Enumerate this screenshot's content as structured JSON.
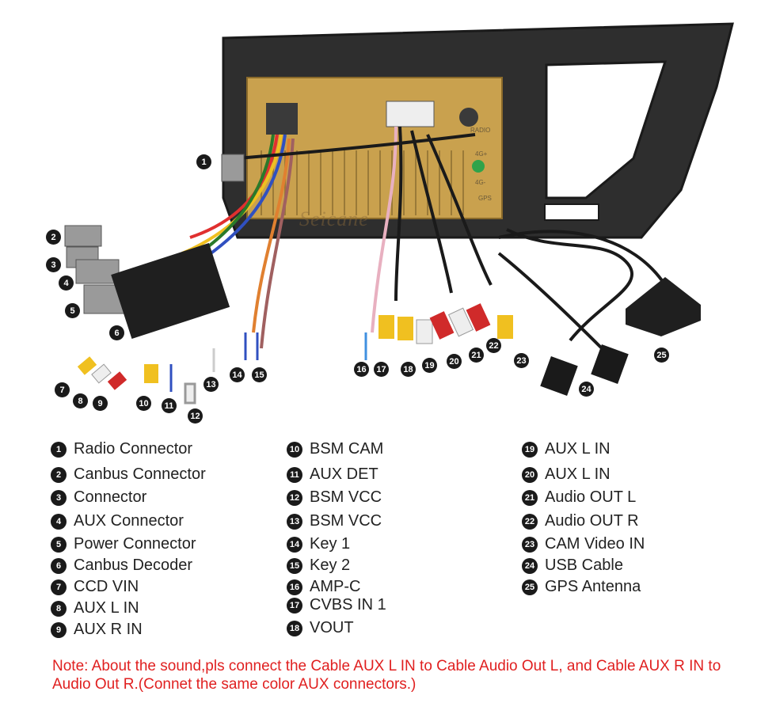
{
  "photo": {
    "brand_watermark": "Seicane",
    "port_labels": [
      "RADIO",
      "4G+",
      "4G-",
      "GPS"
    ],
    "callouts": [
      "1",
      "2",
      "3",
      "4",
      "5",
      "6",
      "7",
      "8",
      "9",
      "10",
      "11",
      "12",
      "13",
      "14",
      "15",
      "16",
      "17",
      "18",
      "19",
      "20",
      "21",
      "22",
      "23",
      "24",
      "25"
    ]
  },
  "legend": [
    {
      "num": "1",
      "label": "Radio Connector"
    },
    {
      "num": "2",
      "label": "Canbus Connector"
    },
    {
      "num": "3",
      "label": "Connector"
    },
    {
      "num": "4",
      "label": "AUX Connector"
    },
    {
      "num": "5",
      "label": "Power Connector"
    },
    {
      "num": "6",
      "label": "Canbus Decoder"
    },
    {
      "num": "7",
      "label": "CCD VIN"
    },
    {
      "num": "8",
      "label": "AUX L IN"
    },
    {
      "num": "9",
      "label": "AUX R IN"
    },
    {
      "num": "10",
      "label": "BSM CAM"
    },
    {
      "num": "11",
      "label": "AUX DET"
    },
    {
      "num": "12",
      "label": "BSM VCC"
    },
    {
      "num": "13",
      "label": "BSM VCC"
    },
    {
      "num": "14",
      "label": "Key 1"
    },
    {
      "num": "15",
      "label": "Key 2"
    },
    {
      "num": "16",
      "label": "AMP-C"
    },
    {
      "num": "17",
      "label": "CVBS IN 1"
    },
    {
      "num": "18",
      "label": "VOUT"
    },
    {
      "num": "19",
      "label": "AUX L IN"
    },
    {
      "num": "20",
      "label": "AUX L IN"
    },
    {
      "num": "21",
      "label": "Audio OUT L"
    },
    {
      "num": "22",
      "label": "Audio OUT R"
    },
    {
      "num": "23",
      "label": "CAM Video IN"
    },
    {
      "num": "24",
      "label": "USB Cable"
    },
    {
      "num": "25",
      "label": "GPS Antenna"
    }
  ],
  "note": "Note: About the sound,pls connect the Cable AUX L IN to Cable Audio Out L, and Cable AUX R IN to  Audio Out R.(Connet the same color AUX connectors.)",
  "colors": {
    "note": "#e02020",
    "badge": "#1a1a1a",
    "housing": "#c9a14e",
    "frame": "#2b2b2b"
  }
}
